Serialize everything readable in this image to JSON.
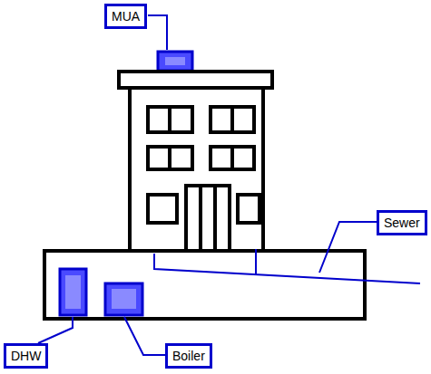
{
  "diagram": {
    "nodes": [
      {
        "text": [
          "MUA"
        ]
      },
      {
        "text": [
          "Sewer"
        ]
      },
      {
        "text": [
          "DHW"
        ]
      },
      {
        "text": [
          "Boiler"
        ]
      }
    ]
  }
}
